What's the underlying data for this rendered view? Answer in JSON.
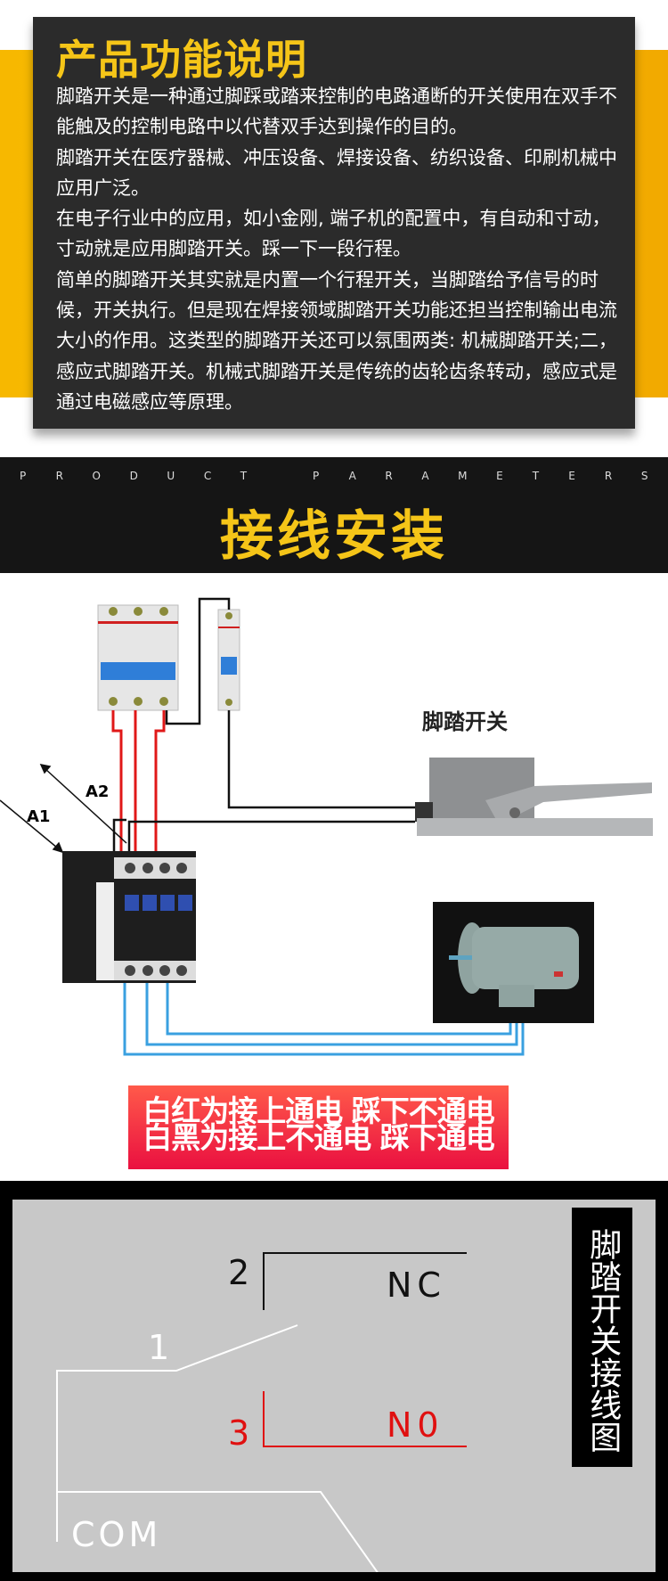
{
  "intro": {
    "title": "产品功能说明",
    "paragraphs": [
      "脚踏开关是一种通过脚踩或踏来控制的电路通断的开关使用在双手不能触及的控制电路中以代替双手达到操作的目的。",
      "脚踏开关在医疗器械、冲压设备、焊接设备、纺织设备、印刷机械中应用广泛。",
      "在电子行业中的应用，如小金刚, 端子机的配置中，有自动和寸动，寸动就是应用脚踏开关。踩一下一段行程。",
      "简单的脚踏开关其实就是内置一个行程开关，当脚踏给予信号的时候，开关执行。但是现在焊接领域脚踏开关功能还担当控制输出电流大小的作用。这类型的脚踏开关还可以氛围两类: 机械脚踏开关;二，感应式脚踏开关。机械式脚踏开关是传统的齿轮齿条转动，感应式是通过电磁感应等原理。"
    ]
  },
  "section": {
    "subtitle_letters": [
      "P",
      "R",
      "O",
      "D",
      "U",
      "C",
      "T",
      "",
      "P",
      "A",
      "R",
      "A",
      "M",
      "E",
      "T",
      "E",
      "R",
      "S"
    ],
    "title": "接线安装"
  },
  "wiring": {
    "foot_switch_label": "脚踏开关",
    "a1": "A1",
    "a2": "A2",
    "banner_line1": "白红为接上通电 踩下不通电",
    "banner_line2": "白黑为接上不通电 踩下通电"
  },
  "schematic": {
    "title": "脚踏开关接线图",
    "pin2": "2",
    "nc": "NC",
    "pin1": "1",
    "pin3": "3",
    "no": "N0",
    "com": "COM"
  },
  "colors": {
    "accent_yellow": "#f5c518",
    "red": "#e01010",
    "wire_blue": "#3aa0e0"
  }
}
